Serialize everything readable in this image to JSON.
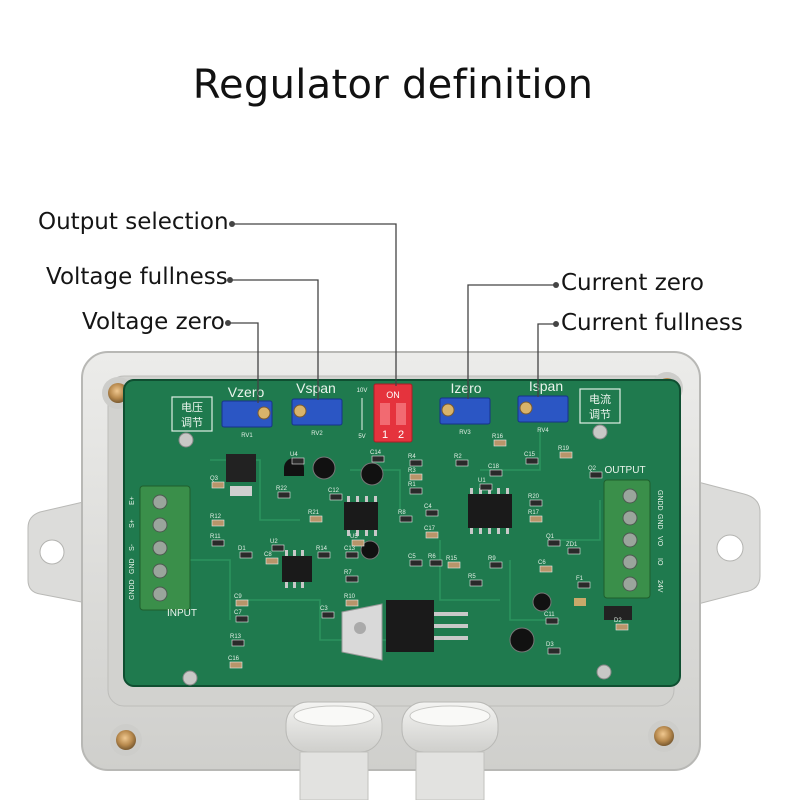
{
  "title": "Regulator definition",
  "callouts": {
    "output_selection": "Output selection",
    "voltage_fullness": "Voltage fullness",
    "voltage_zero": "Voltage zero",
    "current_zero": "Current zero",
    "current_fullness": "Current fullness"
  },
  "board": {
    "pots": {
      "vzero": "Vzero",
      "vspan": "Vspan",
      "izero": "Izero",
      "ispan": "Ispan"
    },
    "pot_refs": {
      "rv1": "RV1",
      "rv2": "RV2",
      "rv3": "RV3",
      "rv4": "RV4"
    },
    "dip": {
      "on": "ON",
      "sw1": "1",
      "sw2": "2",
      "v10": "10V",
      "v5": "5V"
    },
    "cn_left": [
      "电压",
      "调节"
    ],
    "cn_right": [
      "电流",
      "调节"
    ],
    "input_label": "INPUT",
    "output_label": "OUTPUT",
    "input_pins": [
      "E+",
      "S+",
      "S-",
      "GND",
      "GNDD"
    ],
    "output_pins": [
      "GNDD",
      "GND",
      "VO",
      "IO",
      "24V"
    ],
    "parts": [
      "Q3",
      "U4",
      "R22",
      "R12",
      "R11",
      "D1",
      "C8",
      "U2",
      "R14",
      "R21",
      "C12",
      "C14",
      "U5",
      "C13",
      "R7",
      "R10",
      "R8",
      "R4",
      "R3",
      "R1",
      "C4",
      "C17",
      "C5",
      "U1",
      "R15",
      "R9",
      "R2",
      "R16",
      "C18",
      "C15",
      "R19",
      "Q2",
      "R20",
      "R17",
      "Q1",
      "ZD1",
      "C6",
      "F1",
      "C11",
      "D2",
      "D3",
      "C3",
      "C9",
      "C7",
      "R13",
      "C16",
      "R6",
      "R5"
    ]
  },
  "colors": {
    "pcb": "#1f7a4e",
    "pcb_dark": "#0f4f31",
    "enclosure": "#e3e3e1",
    "pot_blue": "#2b56c4",
    "dip_red": "#e5333d",
    "terminal_green": "#3a8f4a",
    "leader": "#444444"
  }
}
